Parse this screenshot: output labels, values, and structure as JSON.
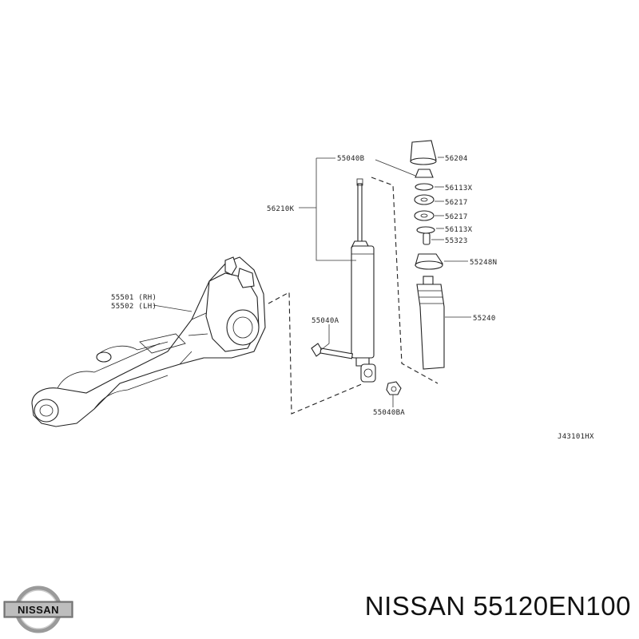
{
  "diagram": {
    "labels": {
      "spring_seat_upper": "56204",
      "mount_bolt_top": "55040B",
      "washer_1": "56113X",
      "bushing_1": "56217",
      "bushing_2": "56217",
      "washer_2": "56113X",
      "spacer": "55323",
      "shock_absorber": "56210K",
      "bound_bumper_cover": "55248N",
      "knuckle_rh": "55501 (RH)",
      "knuckle_lh": "55502 (LH)",
      "bound_bumper": "55240",
      "lower_bolt": "55040A",
      "lower_nut": "55040BA",
      "drawing_code": "J43101HX"
    }
  },
  "brand": {
    "logo_text": "NISSAN",
    "caption": "NISSAN 55120EN100"
  }
}
